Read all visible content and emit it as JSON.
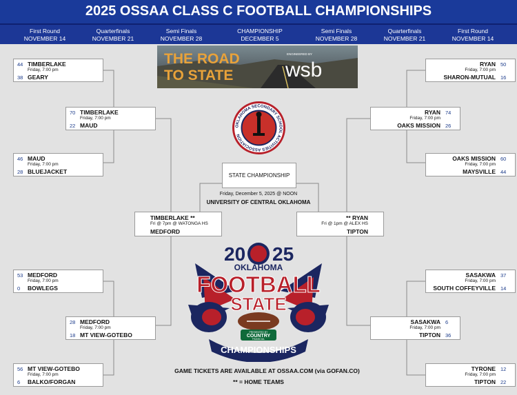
{
  "title": "2025 OSSAA CLASS C FOOTBALL CHAMPIONSHIPS",
  "rounds": [
    {
      "name": "First Round",
      "date": "NOVEMBER 14"
    },
    {
      "name": "Quarterfinals",
      "date": "NOVEMBER 21"
    },
    {
      "name": "Semi Finals",
      "date": "NOVEMBER 28"
    },
    {
      "name": "CHAMPIONSHIP",
      "date": "DECEMBER 5"
    },
    {
      "name": "Semi Finals",
      "date": "NOVEMBER 28"
    },
    {
      "name": "Quarterfinals",
      "date": "NOVEMBER 21"
    },
    {
      "name": "First Round",
      "date": "NOVEMBER 14"
    }
  ],
  "banner": {
    "text1": "THE ROAD",
    "text2": "TO STATE",
    "sponsor_small": "ENGINEERED BY",
    "sponsor": "wsb"
  },
  "games": {
    "l_r1_1": {
      "top_team": "TIMBERLAKE",
      "top_score": "44",
      "time": "Friday, 7:00 pm",
      "bottom_team": "GEARY",
      "bottom_score": "38"
    },
    "l_r1_2": {
      "top_team": "MAUD",
      "top_score": "46",
      "time": "Friday, 7:00 pm",
      "bottom_team": "BLUEJACKET",
      "bottom_score": "28"
    },
    "l_r1_3": {
      "top_team": "MEDFORD",
      "top_score": "53",
      "time": "Friday, 7:00 pm",
      "bottom_team": "BOWLEGS",
      "bottom_score": "0"
    },
    "l_r1_4": {
      "top_team": "MT VIEW-GOTEBO",
      "top_score": "56",
      "time": "Friday, 7:00 pm",
      "bottom_team": "BALKO/FORGAN",
      "bottom_score": "6"
    },
    "l_qf_1": {
      "top_team": "TIMBERLAKE",
      "top_score": "70",
      "time": "Friday, 7:00 pm",
      "bottom_team": "MAUD",
      "bottom_score": "22"
    },
    "l_qf_2": {
      "top_team": "MEDFORD",
      "top_score": "28",
      "time": "Friday, 7:00 pm",
      "bottom_team": "MT VIEW-GOTEBO",
      "bottom_score": "18"
    },
    "r_r1_1": {
      "top_team": "RYAN",
      "top_score": "50",
      "time": "Friday, 7:00 pm",
      "bottom_team": "SHARON-MUTUAL",
      "bottom_score": "16"
    },
    "r_r1_2": {
      "top_team": "OAKS MISSION",
      "top_score": "60",
      "time": "Friday, 7:00 pm",
      "bottom_team": "MAYSVILLE",
      "bottom_score": "44"
    },
    "r_r1_3": {
      "top_team": "SASAKWA",
      "top_score": "37",
      "time": "Friday, 7:00 pm",
      "bottom_team": "SOUTH COFFEYVILLE",
      "bottom_score": "14"
    },
    "r_r1_4": {
      "top_team": "TYRONE",
      "top_score": "12",
      "time": "Friday, 7:00 pm",
      "bottom_team": "TIPTON",
      "bottom_score": "22"
    },
    "r_qf_1": {
      "top_team": "RYAN",
      "top_score": "74",
      "time": "Friday, 7:00 pm",
      "bottom_team": "OAKS MISSION",
      "bottom_score": "26"
    },
    "r_qf_2": {
      "top_team": "SASAKWA",
      "top_score": "6",
      "time": "Friday, 7:00 pm",
      "bottom_team": "TIPTON",
      "bottom_score": "36"
    }
  },
  "semis": {
    "left": {
      "top_team": "TIMBERLAKE **",
      "time": "Fri @ 7pm @ WATONGA HS",
      "bottom_team": "MEDFORD"
    },
    "right": {
      "top_team": "** RYAN",
      "time": "Fri @ 1pm @ ALEX HS",
      "bottom_team": "TIPTON"
    }
  },
  "championship": {
    "label": "STATE CHAMPIONSHIP",
    "datetime": "Friday, December 5, 2025 @ NOON",
    "venue": "UNIVERSITY OF CENTRAL OKLAHOMA"
  },
  "logo": {
    "year_left": "20",
    "year_right": "25",
    "state": "OKLAHOMA",
    "line1": "FOOTBALL",
    "line2": "STATE",
    "presented": "PRESENTED BY",
    "sponsor1": "COUNTRY",
    "sponsor2": "FINANCIAL",
    "bottom": "CHAMPIONSHIPS"
  },
  "seal_text": "OKLAHOMA SECONDARY SCHOOL ACTIVITIES ASSOCIATION",
  "footer": {
    "tickets": "GAME TICKETS ARE AVAILABLE AT OSSAA.COM (via GOFAN.CO)",
    "home": "** = HOME TEAMS"
  },
  "colors": {
    "header": "#1a3a9a",
    "score": "#1a3a8a",
    "logo_navy": "#1b2660",
    "logo_red": "#b8202a"
  }
}
